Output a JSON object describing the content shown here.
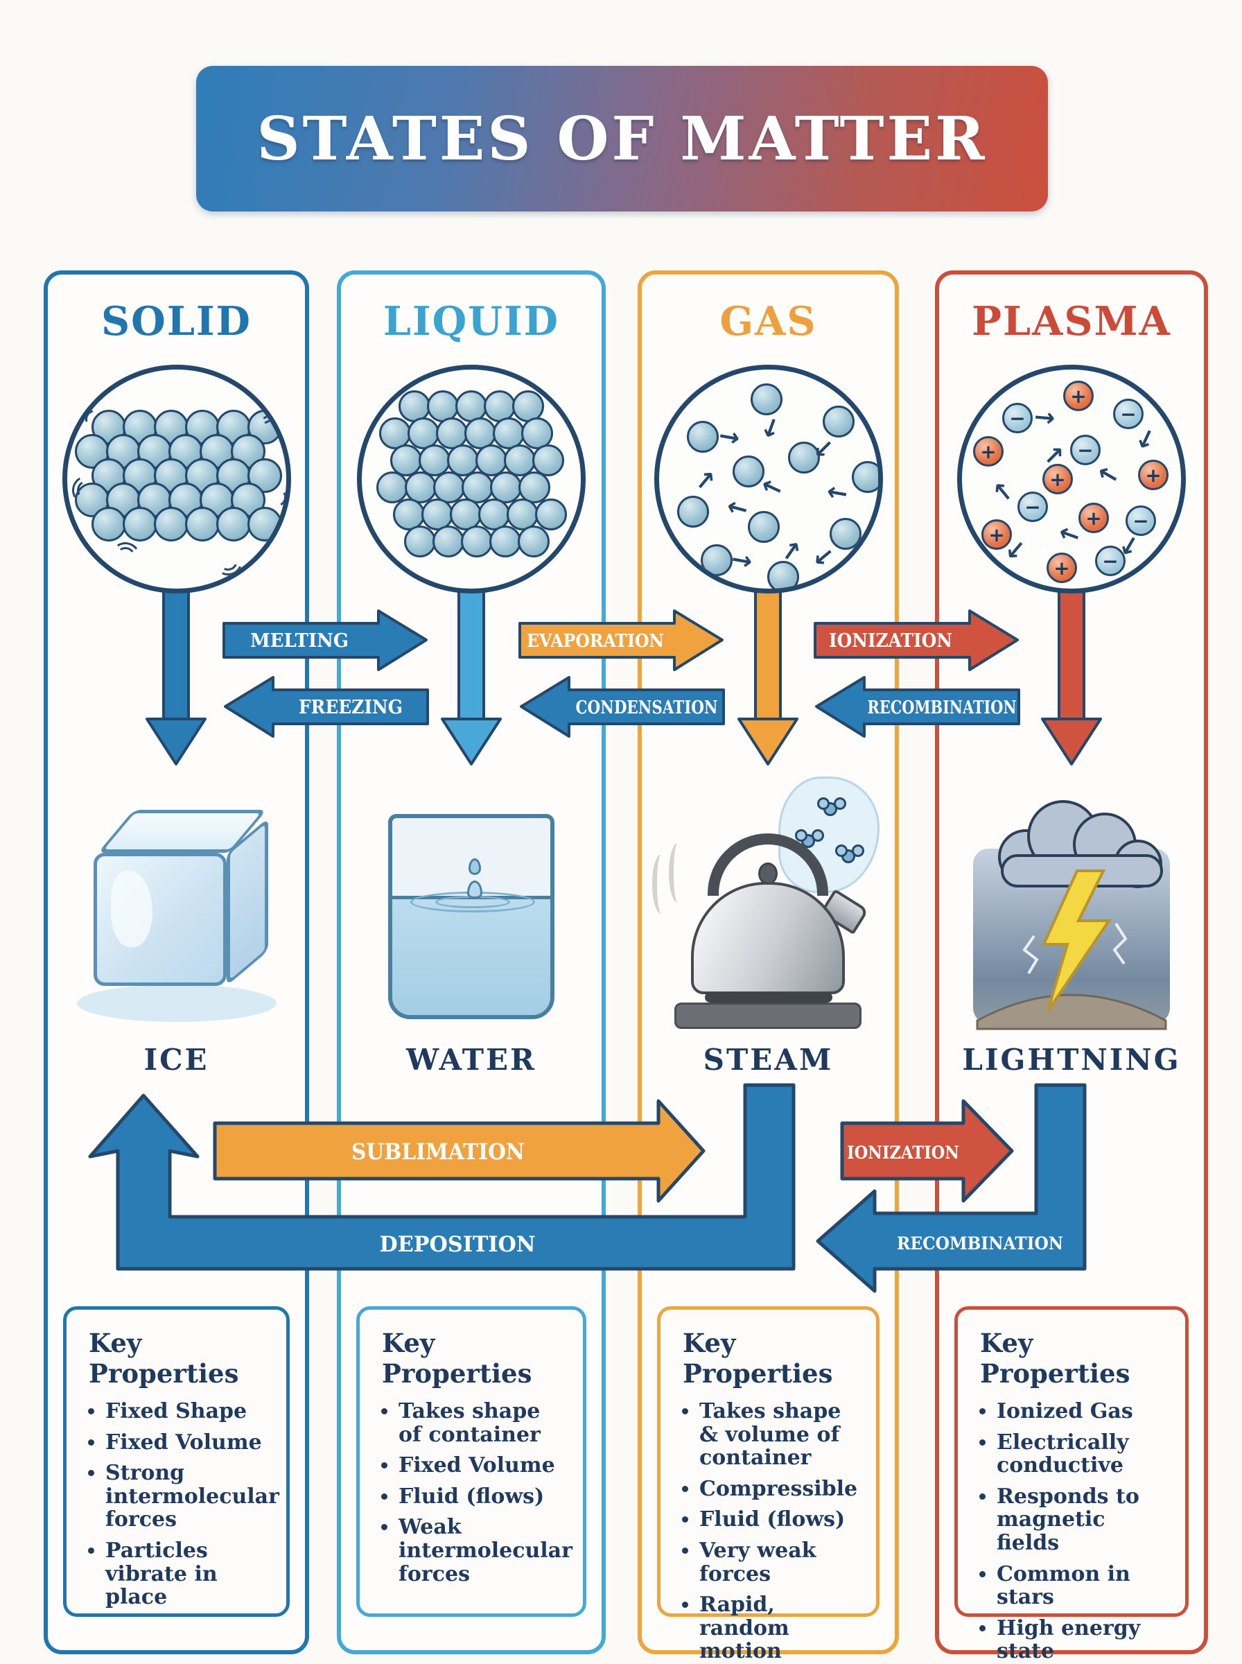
{
  "title": "STATES OF MATTER",
  "colors": {
    "navy_outline": "#24486b",
    "solid_blue": "#2176ae",
    "liquid_blue": "#45a9d6",
    "gas_orange": "#eda63d",
    "plasma_red": "#cd4f3a",
    "arrow_blue": "#2a7cb5",
    "banner_left": "#2f7db9",
    "banner_right": "#cc4f3e"
  },
  "icons": {
    "motion_arrow": "→",
    "plus": "+",
    "minus": "−"
  },
  "key_properties_title": "Key Properties",
  "columns": [
    {
      "name": "SOLID",
      "example": "ICE",
      "properties": [
        "Fixed Shape",
        "Fixed Volume",
        "Strong intermolecular forces",
        "Particles vibrate in place"
      ]
    },
    {
      "name": "LIQUID",
      "example": "WATER",
      "properties": [
        "Takes shape of container",
        "Fixed Volume",
        "Fluid (flows)",
        "Weak intermolecular forces"
      ]
    },
    {
      "name": "GAS",
      "example": "STEAM",
      "properties": [
        "Takes shape & volume of container",
        "Compressible",
        "Fluid (flows)",
        "Very weak forces",
        "Rapid, random motion"
      ]
    },
    {
      "name": "PLASMA",
      "example": "LIGHTNING",
      "properties": [
        "Ionized Gas",
        "Electrically conductive",
        "Responds to magnetic fields",
        "Common in stars",
        "High energy state"
      ]
    }
  ],
  "transitions": {
    "melting": "MELTING",
    "freezing": "FREEZING",
    "evaporation": "EVAPORATION",
    "condensation": "CONDENSATION",
    "ionization_top": "IONIZATION",
    "recombination_top": "RECOMBINATION",
    "sublimation": "SUBLIMATION",
    "deposition": "DEPOSITION",
    "ionization_bottom": "IONIZATION",
    "recombination_bottom": "RECOMBINATION"
  }
}
